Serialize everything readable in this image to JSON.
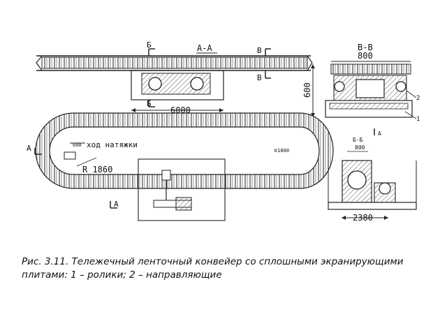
{
  "labels": {
    "section_aa": "А-А",
    "section_vv": "В-В",
    "section_bb": "Б-Б",
    "mark_b": "Б",
    "mark_v": "В",
    "mark_a": "А",
    "dim_6000": "6000",
    "dim_800": "800",
    "dim_600": "600",
    "dim_2380": "2380",
    "dim_r1860": "R 1860",
    "dim_k1800": "K1800",
    "dim_600_small": "600",
    "take_up_travel": "ход натяжки",
    "callout_1": "1",
    "callout_2": "2"
  },
  "caption": {
    "line1": "Рис. 3.11. Тележечный ленточный конвейер  со сплошными экранирующими",
    "line2": "плитами: 1 – ролики; 2 – направляющие"
  }
}
